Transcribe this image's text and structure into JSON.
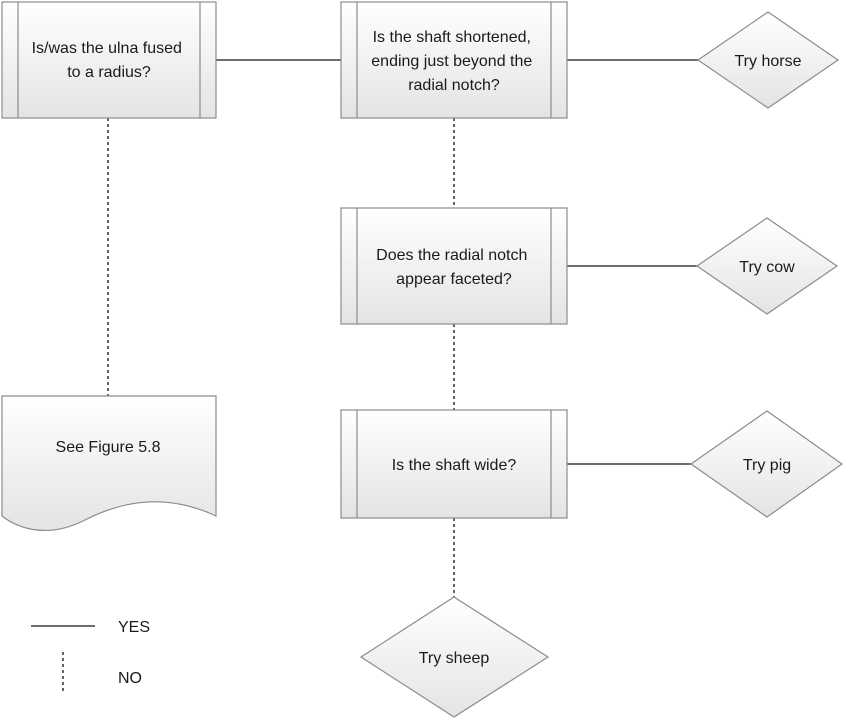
{
  "colors": {
    "stroke": "#8c8c8c",
    "line": "#3c3c3c",
    "fill_light": "#ffffff",
    "fill_dark": "#e4e4e4",
    "text": "#1a1a1a"
  },
  "nodes": {
    "q_ulna_fused": {
      "lines": [
        "Is/was the ulna fused",
        "to a radius?"
      ]
    },
    "q_shaft_shortened": {
      "lines": [
        "Is the shaft shortened,",
        "ending just beyond the",
        "radial notch?"
      ]
    },
    "q_radial_notch": {
      "lines": [
        "Does the radial notch",
        "appear faceted?"
      ]
    },
    "q_shaft_wide": {
      "lines": [
        "Is the shaft wide?"
      ]
    },
    "doc_figure": {
      "lines": [
        "See Figure 5.8"
      ]
    },
    "r_horse": {
      "lines": [
        "Try horse"
      ]
    },
    "r_cow": {
      "lines": [
        "Try cow"
      ]
    },
    "r_pig": {
      "lines": [
        "Try pig"
      ]
    },
    "r_sheep": {
      "lines": [
        "Try sheep"
      ]
    }
  },
  "legend": {
    "yes": "YES",
    "no": "NO"
  }
}
